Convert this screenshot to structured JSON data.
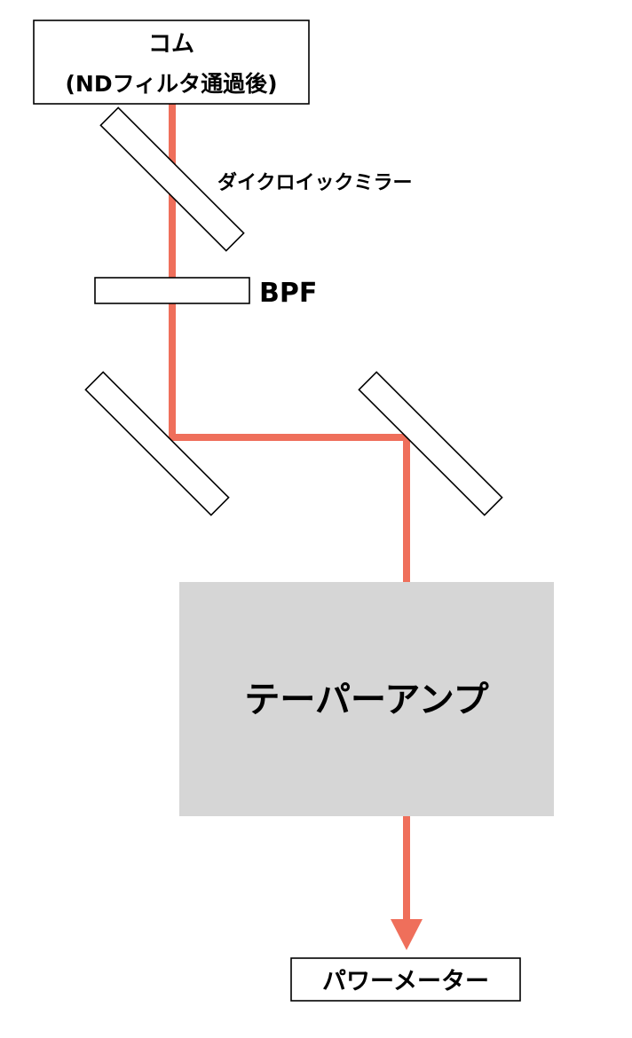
{
  "labels": {
    "source_line1": "コム",
    "source_line2": "(NDフィルタ通過後)",
    "dichroic_mirror": "ダイクロイックミラー",
    "bpf": "BPF",
    "amplifier": "テーパーアンプ",
    "power_meter": "パワーメーター"
  },
  "colors": {
    "beam": "#ef6f5b",
    "amplifier_fill": "#d6d6d6",
    "outline": "#000000",
    "background": "#ffffff"
  }
}
